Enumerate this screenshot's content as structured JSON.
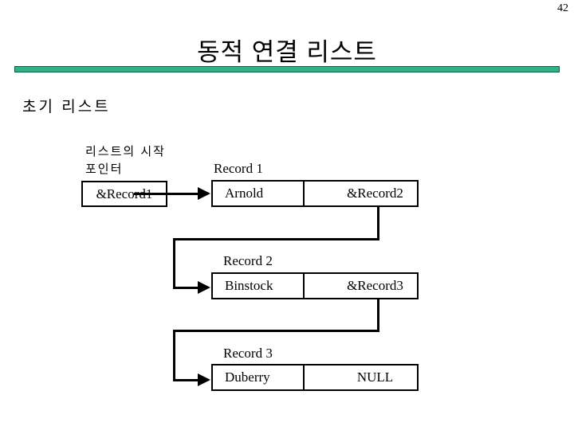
{
  "page": {
    "number": "42",
    "title": "동적 연결 리스트",
    "subtitle": "초기 리스트"
  },
  "colors": {
    "divider_fill": "#2eb389",
    "divider_border": "#0f5f48",
    "line_color": "#000000",
    "text_color": "#000000"
  },
  "diagram": {
    "start_pointer_label_line1": "리스트의 시작",
    "start_pointer_label_line2": "포인터",
    "head_box_text": "&Record1",
    "records": [
      {
        "label": "Record 1",
        "name": "Arnold",
        "pointer": "&Record2"
      },
      {
        "label": "Record 2",
        "name": "Binstock",
        "pointer": "&Record3"
      },
      {
        "label": "Record 3",
        "name": "Duberry",
        "pointer": "NULL"
      }
    ]
  }
}
